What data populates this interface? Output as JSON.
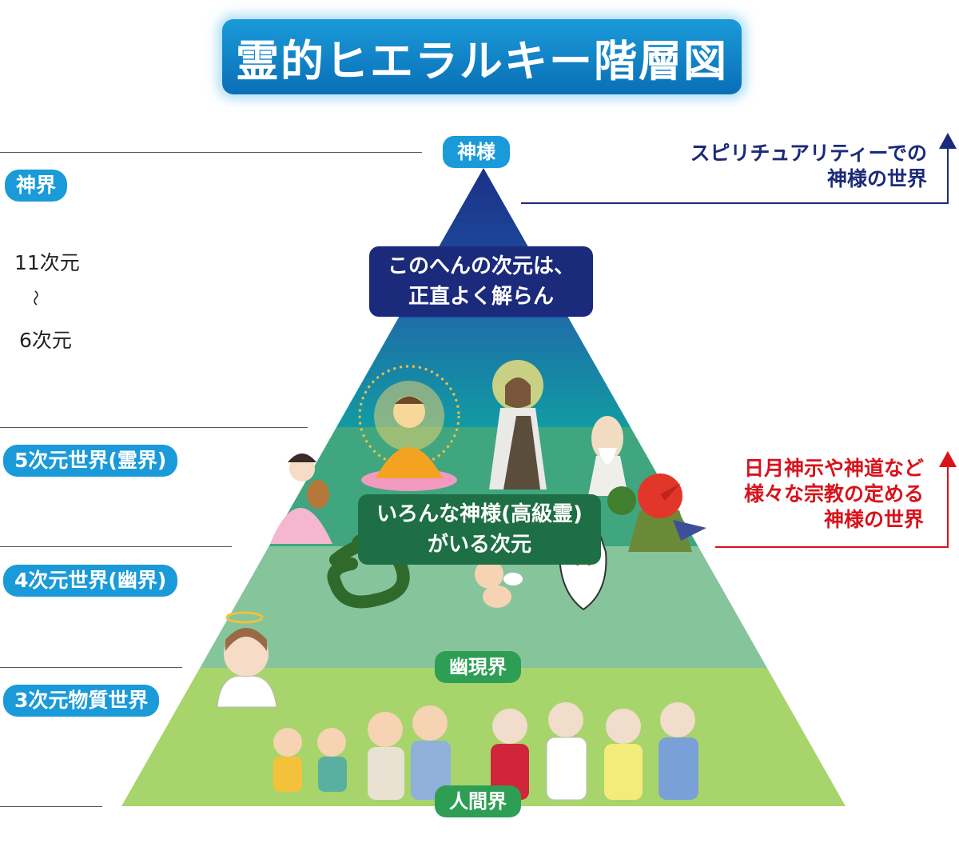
{
  "title": "霊的ヒエラルキー階層図",
  "left_labels": {
    "shinkai": "神界",
    "dim_top": "11次元",
    "dim_tilde": "〜",
    "dim_bottom": "6次元",
    "reikai": "5次元世界(霊界)",
    "yuukai": "4次元世界(幽界)",
    "busshitsu": "3次元物質世界"
  },
  "pyramid": {
    "kamisama": "神様",
    "unknown_line1": "このへんの次元は、",
    "unknown_line2": "正直よく解らん",
    "many_gods_line1": "いろんな神様(高級霊)",
    "many_gods_line2": "がいる次元",
    "yuugenkai": "幽現界",
    "ningenkai": "人間界"
  },
  "right_notes": {
    "spiritual_line1": "スピリチュアリティーでの",
    "spiritual_line2": "神様の世界",
    "religion_line1": "日月神示や神道など",
    "religion_line2": "様々な宗教の定める",
    "religion_line3": "神様の世界"
  },
  "colors": {
    "title_blue": "#0a6fb6",
    "pill_blue": "#1a9ad8",
    "navy": "#1b2a7a",
    "green_label": "#2e9e55",
    "dark_green_box": "#1e6f45",
    "red": "#d9121b",
    "layer_top": "#1c3c8c",
    "layer_teal": "#15889a",
    "layer_green": "#48ad83",
    "layer_light": "#8dc99a",
    "layer_bottom": "#a9d36a"
  }
}
